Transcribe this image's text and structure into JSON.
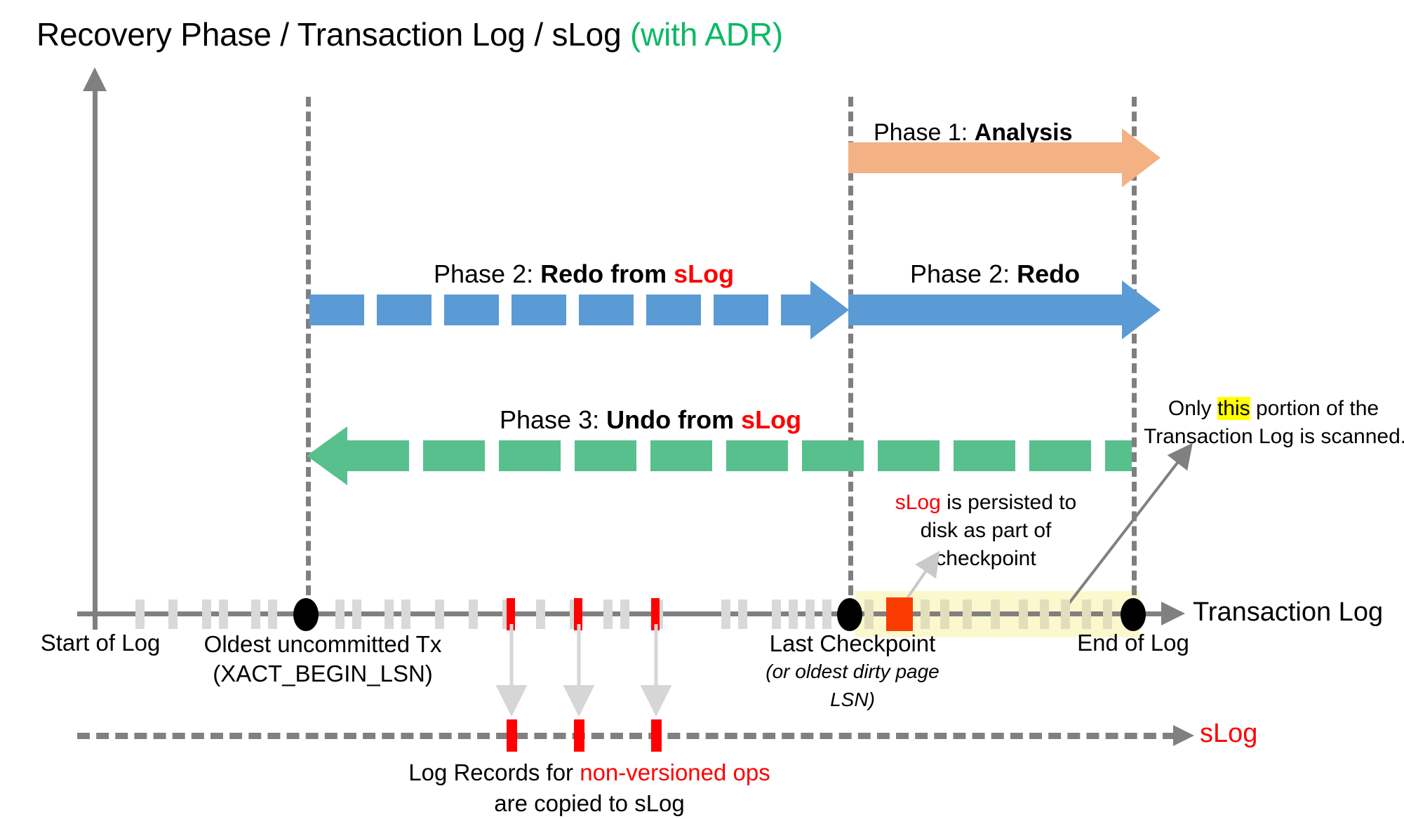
{
  "title": {
    "main": "Recovery Phase / Transaction Log / sLog ",
    "suffix": "(with ADR)"
  },
  "phases": [
    {
      "id": "phase1",
      "prefix": "Phase 1: ",
      "name": "Analysis",
      "color": "#f4b183",
      "direction": "right",
      "style": "solid"
    },
    {
      "id": "phase2-slog",
      "prefix": "Phase 2: ",
      "name": "Redo from ",
      "accent": "sLog",
      "color": "#5b9bd5",
      "direction": "right",
      "style": "dashed"
    },
    {
      "id": "phase2-redo",
      "prefix": "Phase 2: ",
      "name": "Redo",
      "color": "#5b9bd5",
      "direction": "right",
      "style": "solid"
    },
    {
      "id": "phase3",
      "prefix": "Phase 3: ",
      "name": "Undo from ",
      "accent": "sLog",
      "color": "#57c08d",
      "direction": "left",
      "style": "dashed"
    }
  ],
  "axis_labels": {
    "transaction_log": "Transaction Log",
    "slog": "sLog"
  },
  "markers": {
    "start_of_log": "Start of Log",
    "oldest_tx_line1": "Oldest uncommitted Tx",
    "oldest_tx_line2": "(XACT_BEGIN_LSN)",
    "last_checkpoint": "Last Checkpoint",
    "last_checkpoint_note_line1": "(or oldest dirty page",
    "last_checkpoint_note_line2": "LSN)",
    "end_of_log": "End of Log"
  },
  "annotations": {
    "slog_persist_line1_accent": "sLog",
    "slog_persist_line1_rest": " is persisted to",
    "slog_persist_line2": "disk as part of",
    "slog_persist_line3": "checkpoint",
    "scanned_line1_a": "Only ",
    "scanned_line1_hi": "this",
    "scanned_line1_b": " portion of the",
    "scanned_line2": "Transaction Log is scanned.",
    "copied_line1_a": "Log Records for ",
    "copied_line1_accent": "non-versioned ops",
    "copied_line2": "are copied to sLog"
  },
  "colors": {
    "accent_red": "#ff0000",
    "accent_green": "#0ab964",
    "phase1": "#f4b183",
    "phase2": "#5b9bd5",
    "phase3": "#57c08d",
    "axis_gray": "#808080",
    "tick_gray": "#d9d9d9",
    "highlight_yellow": "#ffff00",
    "scan_band": "#fbf8cd"
  }
}
